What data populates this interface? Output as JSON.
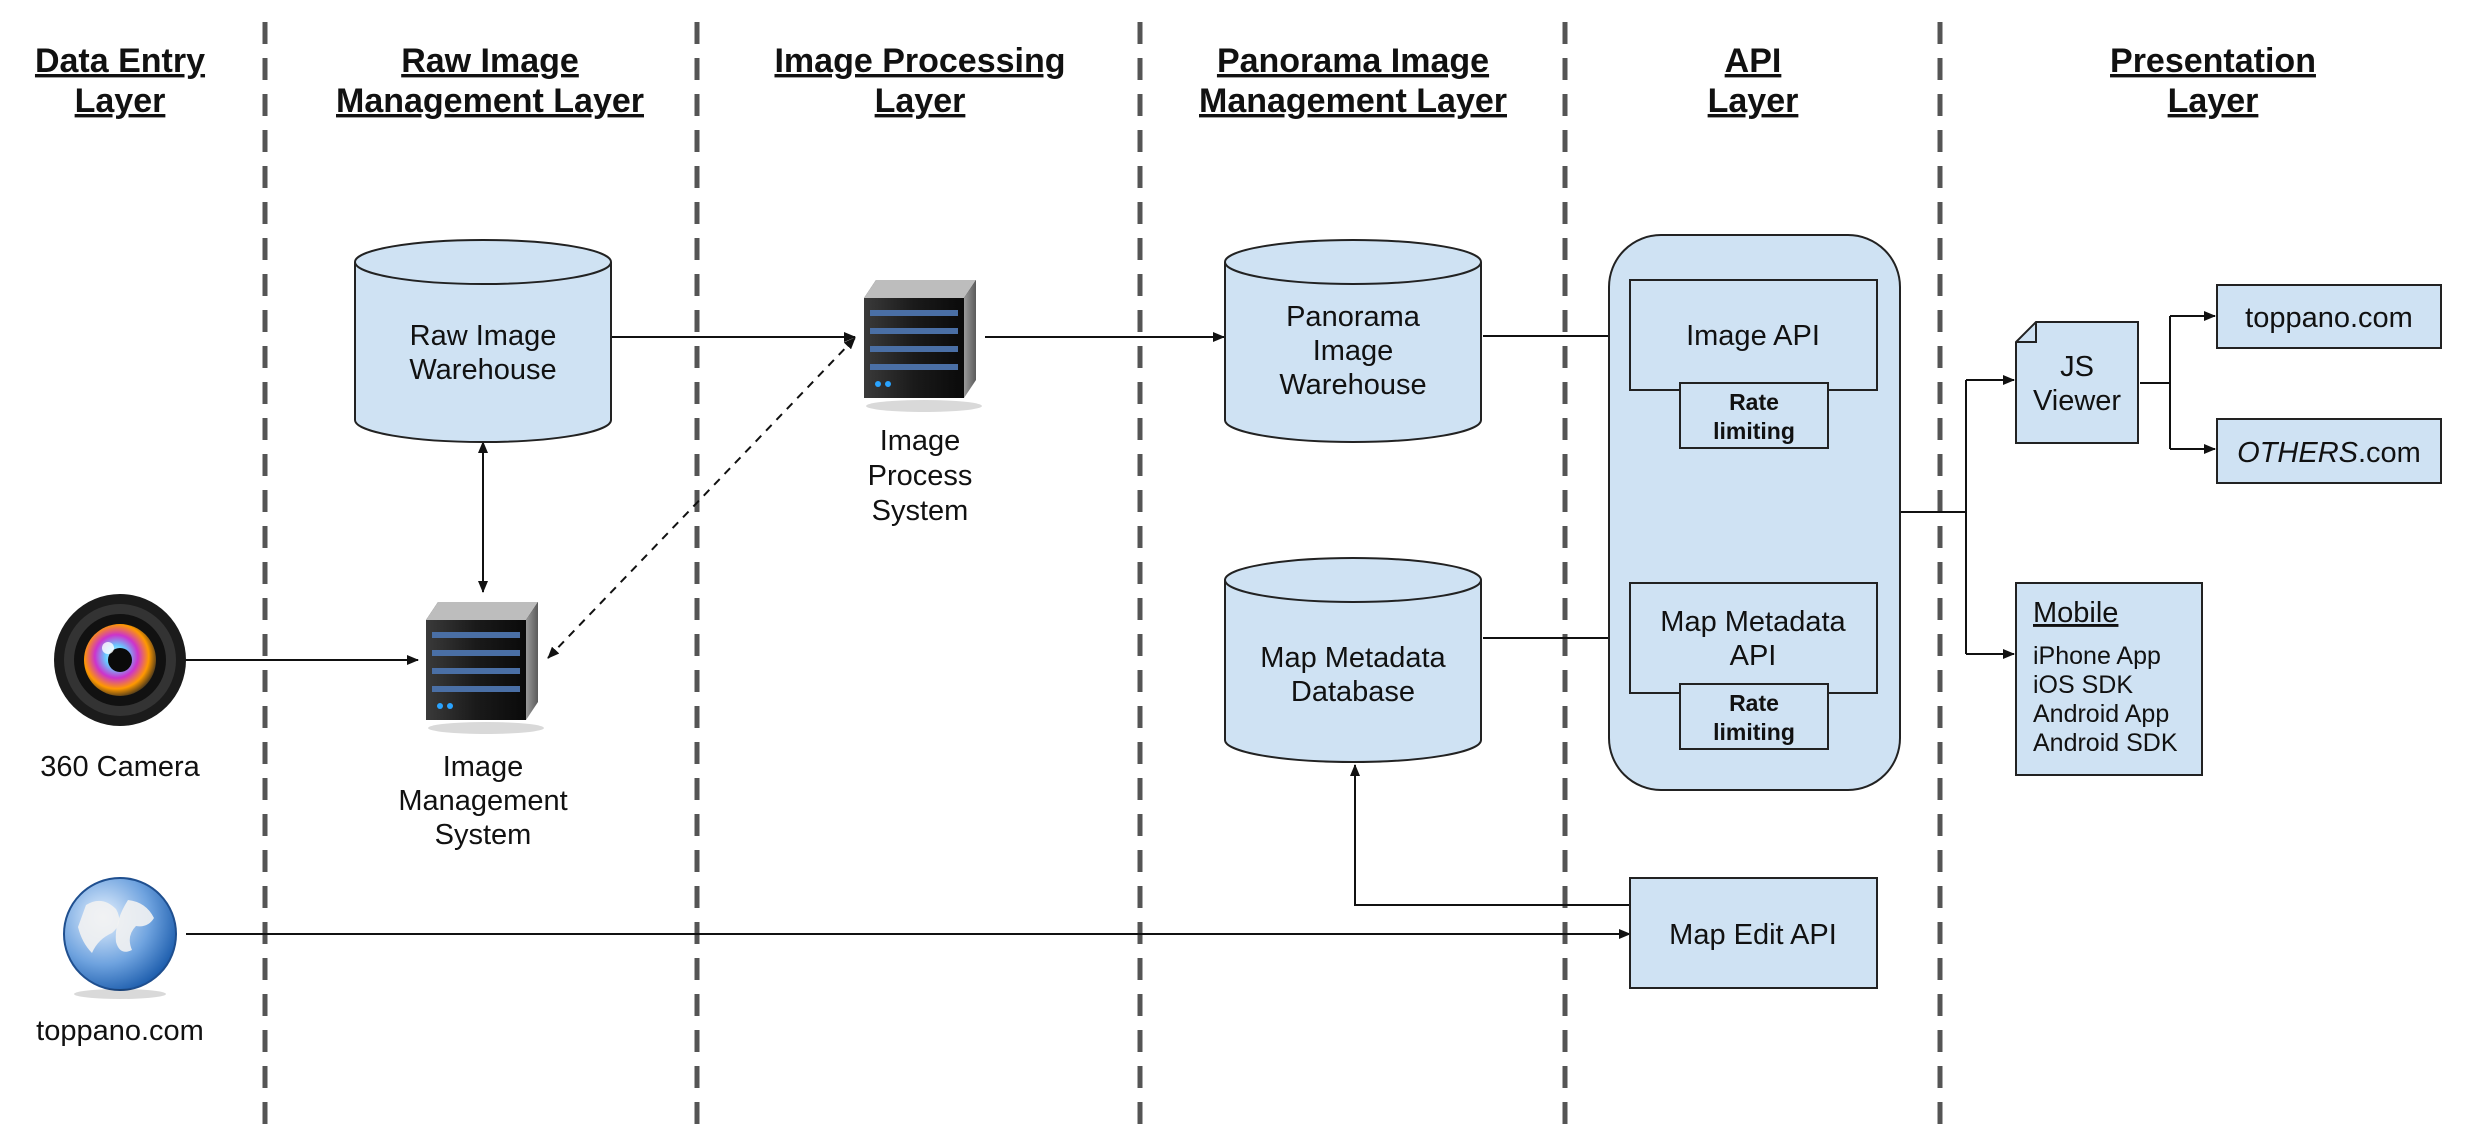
{
  "layers": [
    {
      "line1": "Data Entry",
      "line2": "Layer"
    },
    {
      "line1": "Raw Image",
      "line2": "Management Layer"
    },
    {
      "line1": "Image Processing",
      "line2": "Layer"
    },
    {
      "line1": "Panorama Image",
      "line2": "Management Layer"
    },
    {
      "line1": "API",
      "line2": "Layer"
    },
    {
      "line1": "Presentation",
      "line2": "Layer"
    }
  ],
  "nodes": {
    "camera": "360 Camera",
    "toppano_source": "toppano.com",
    "raw_warehouse": {
      "line1": "Raw Image",
      "line2": "Warehouse"
    },
    "image_management": {
      "line1": "Image",
      "line2": "Management",
      "line3": "System"
    },
    "image_process": {
      "line1": "Image",
      "line2": "Process",
      "line3": "System"
    },
    "panorama_warehouse": {
      "line1": "Panorama",
      "line2": "Image",
      "line3": "Warehouse"
    },
    "map_metadata_db": {
      "line1": "Map Metadata",
      "line2": "Database"
    },
    "image_api": "Image API",
    "rate_limiting": {
      "line1": "Rate",
      "line2": "limiting"
    },
    "map_metadata_api": {
      "line1": "Map Metadata",
      "line2": "API"
    },
    "map_edit_api": "Map Edit API",
    "js_viewer": {
      "line1": "JS",
      "line2": "Viewer"
    },
    "toppano_site": "toppano.com",
    "others_site": {
      "italic": "OTHERS",
      "suffix": ".com"
    },
    "mobile": {
      "title": "Mobile",
      "items": [
        "iPhone App",
        "iOS SDK",
        "Android App",
        "Android SDK"
      ]
    }
  },
  "colors": {
    "box_fill": "#cfe2f3",
    "stroke": "#222222",
    "separator": "#555555"
  },
  "icons": [
    "camera-icon",
    "server-icon",
    "globe-icon"
  ]
}
